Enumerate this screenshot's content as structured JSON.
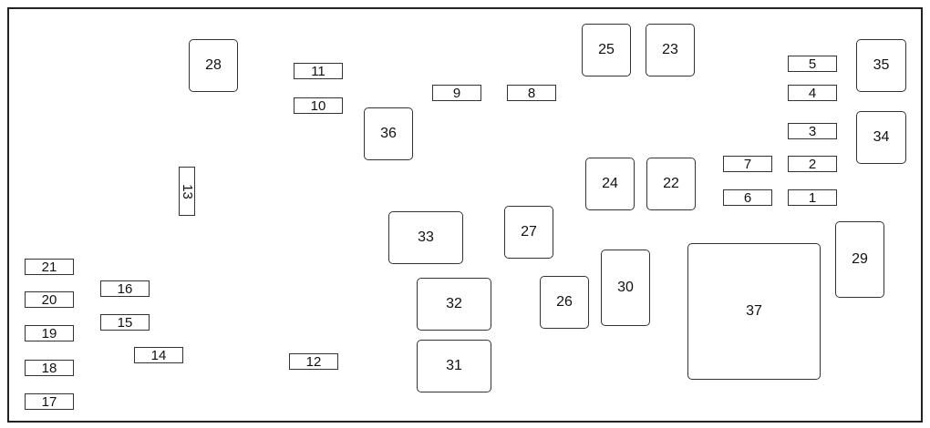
{
  "diagram": {
    "components": {
      "c1": "1",
      "c2": "2",
      "c3": "3",
      "c4": "4",
      "c5": "5",
      "c6": "6",
      "c7": "7",
      "c8": "8",
      "c9": "9",
      "c10": "10",
      "c11": "11",
      "c12": "12",
      "c13": "13",
      "c14": "14",
      "c15": "15",
      "c16": "16",
      "c17": "17",
      "c18": "18",
      "c19": "19",
      "c20": "20",
      "c21": "21",
      "c22": "22",
      "c23": "23",
      "c24": "24",
      "c25": "25",
      "c26": "26",
      "c27": "27",
      "c28": "28",
      "c29": "29",
      "c30": "30",
      "c31": "31",
      "c32": "32",
      "c33": "33",
      "c34": "34",
      "c35": "35",
      "c36": "36",
      "c37": "37"
    }
  }
}
